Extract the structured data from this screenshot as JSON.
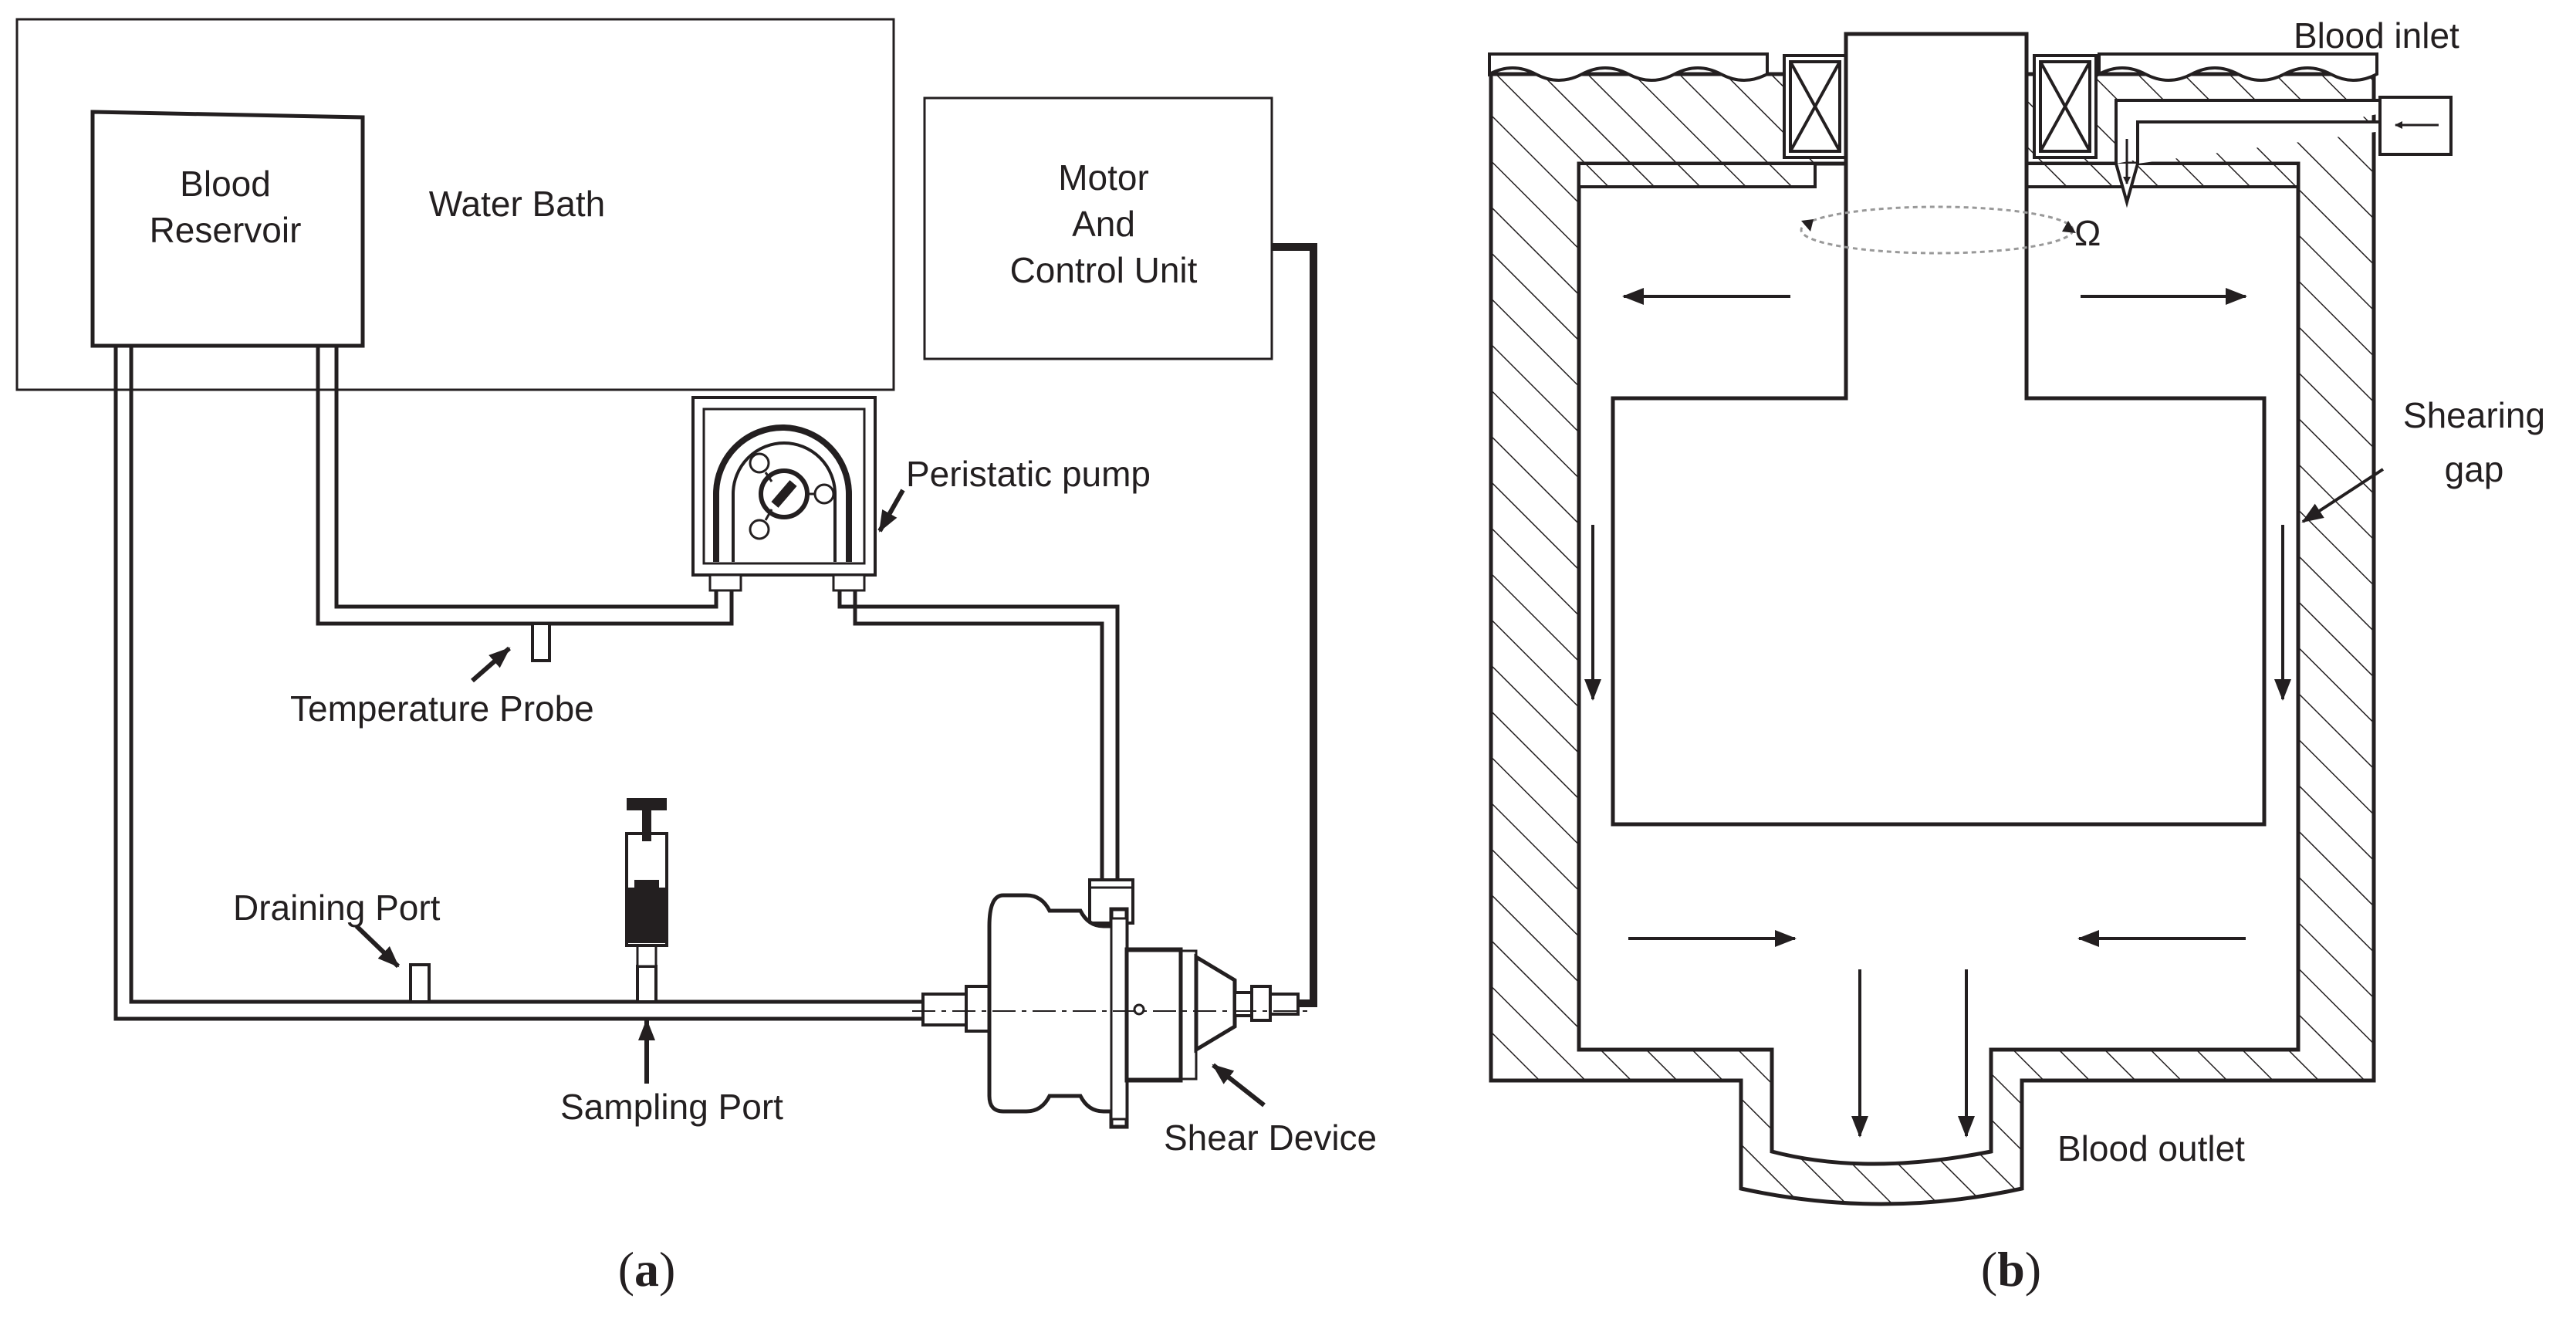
{
  "panel_a": {
    "water_bath": "Water Bath",
    "reservoir_line1": "Blood",
    "reservoir_line2": "Reservoir",
    "motor_line1": "Motor",
    "motor_line2": "And",
    "motor_line3": "Control Unit",
    "peristaltic_pump": "Peristatic pump",
    "temperature_probe": "Temperature Probe",
    "draining_port": "Draining Port",
    "sampling_port": "Sampling Port",
    "shear_device": "Shear Device",
    "caption_open": "(",
    "caption_letter": "a",
    "caption_close": ")"
  },
  "panel_b": {
    "blood_inlet": "Blood inlet",
    "omega": "Ω",
    "shearing": "Shearing",
    "gap": "gap",
    "blood_outlet": "Blood outlet",
    "caption_open": "(",
    "caption_letter": "b",
    "caption_close": ")"
  },
  "colors": {
    "ink": "#231f20",
    "background": "#ffffff"
  }
}
